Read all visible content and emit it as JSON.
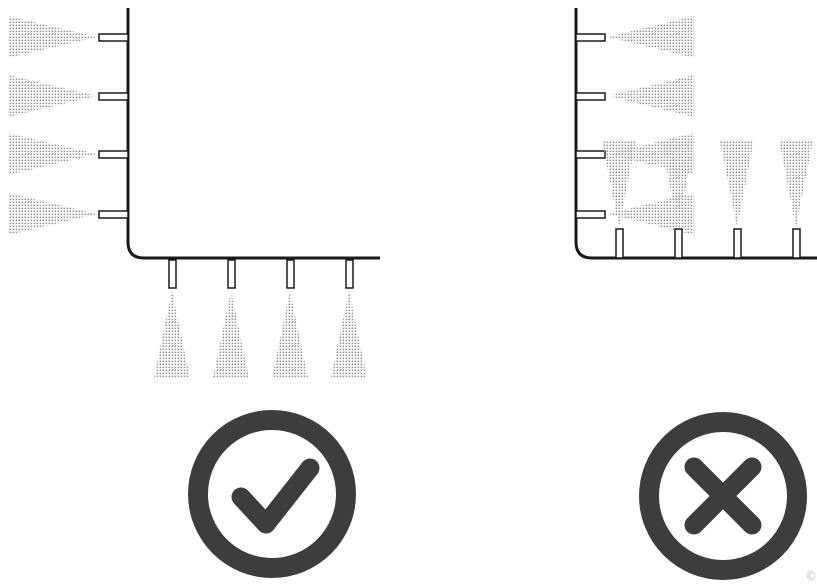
{
  "colors": {
    "frame": "#1a1a1a",
    "spray": "#8e8e8e",
    "icon": "#3d3d3d",
    "background": "#ffffff"
  },
  "panels": [
    {
      "id": "correct",
      "wall_nozzle_count": 4,
      "wall_spray_direction": "away-from-wall",
      "floor_nozzle_count": 4,
      "floor_spray_direction": "away-from-floor",
      "verdict_icon": "check-icon"
    },
    {
      "id": "incorrect",
      "wall_nozzle_count": 4,
      "wall_spray_direction": "toward-wall",
      "floor_nozzle_count": 4,
      "floor_spray_direction": "toward-floor",
      "verdict_icon": "cross-icon"
    }
  ],
  "credit": "©"
}
